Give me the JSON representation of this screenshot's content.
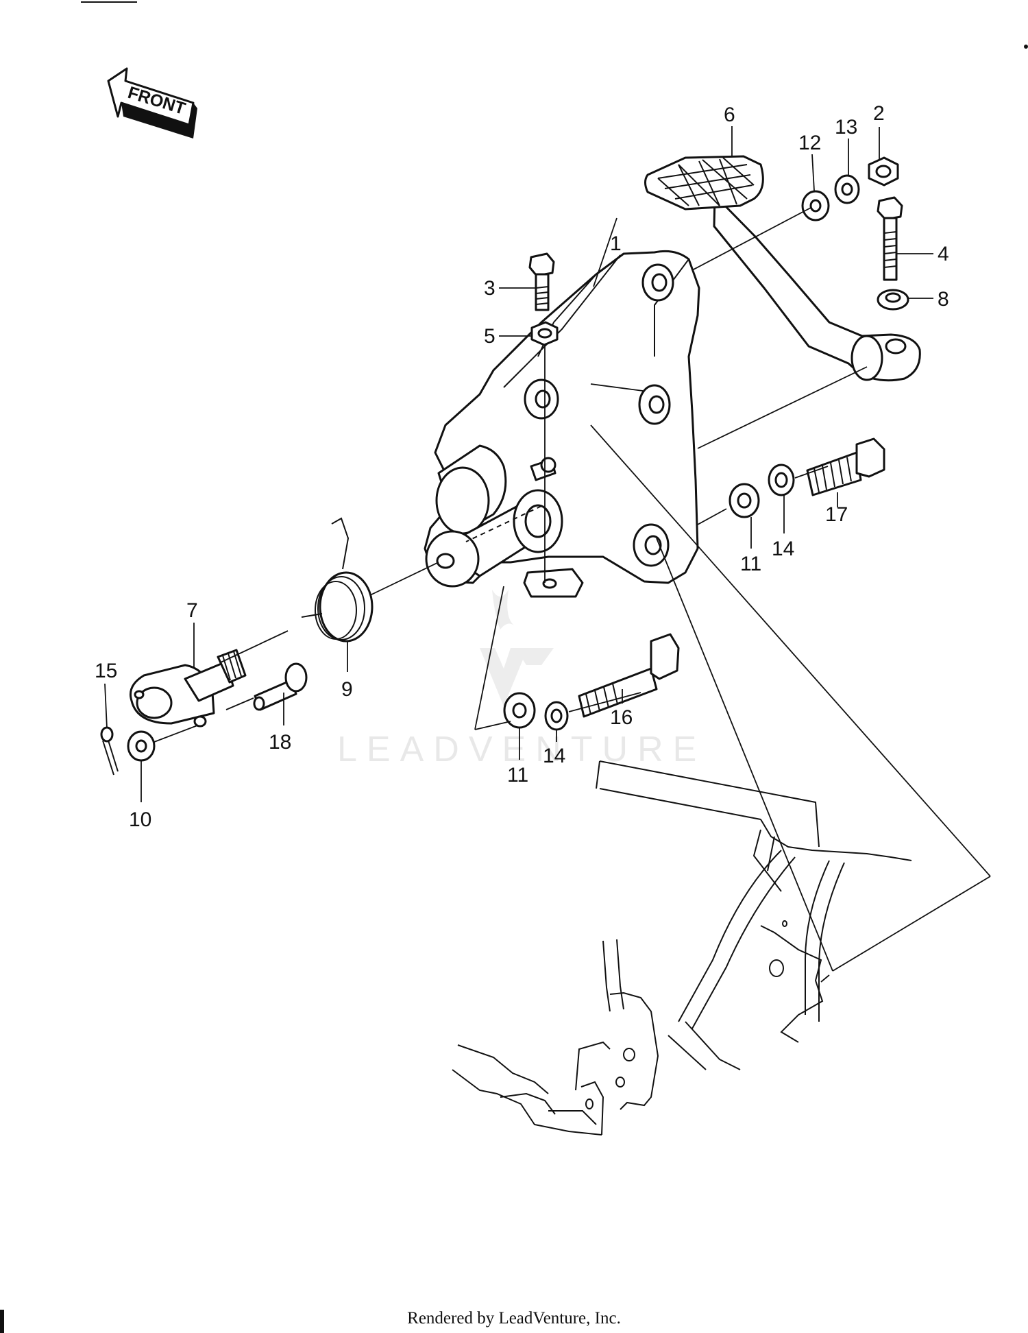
{
  "direction_label": "FRONT",
  "watermark": "LEADVENTURE",
  "footer": "Rendered by LeadVenture, Inc.",
  "callouts": [
    "1",
    "2",
    "3",
    "4",
    "5",
    "6",
    "7",
    "8",
    "9",
    "10",
    "11",
    "12",
    "13",
    "14",
    "15",
    "16",
    "17",
    "18"
  ]
}
